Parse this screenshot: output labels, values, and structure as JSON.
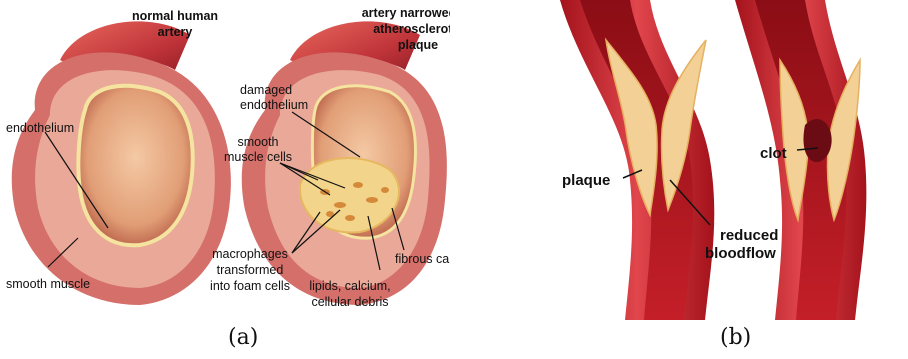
{
  "panel_a": {
    "title_left": [
      "normal human",
      "artery"
    ],
    "title_right": [
      "artery narrowed by",
      "atherosclerotic",
      "plaque"
    ],
    "labels": {
      "endothelium": "endothelium",
      "smooth_muscle": "smooth muscle",
      "damaged_endothelium": [
        "damaged",
        "endothelium"
      ],
      "smooth_muscle_cells": [
        "smooth",
        "muscle cells"
      ],
      "macrophages": [
        "macrophages",
        "transformed",
        "into foam cells"
      ],
      "fibrous_cap": "fibrous cap",
      "lipids": [
        "lipids, calcium,",
        "cellular debris"
      ]
    },
    "caption": "(a)"
  },
  "panel_b": {
    "labels": {
      "plaque": "plaque",
      "reduced_bloodflow": [
        "reduced",
        "bloodflow"
      ],
      "clot": "clot"
    },
    "caption": "(b)"
  },
  "colors": {
    "artery_red": "#c8232c",
    "artery_dark": "#8e1018",
    "tissue_pink": "#e7a08f",
    "plaque_yellow": "#f3cf86",
    "blood": "#b3121c"
  }
}
